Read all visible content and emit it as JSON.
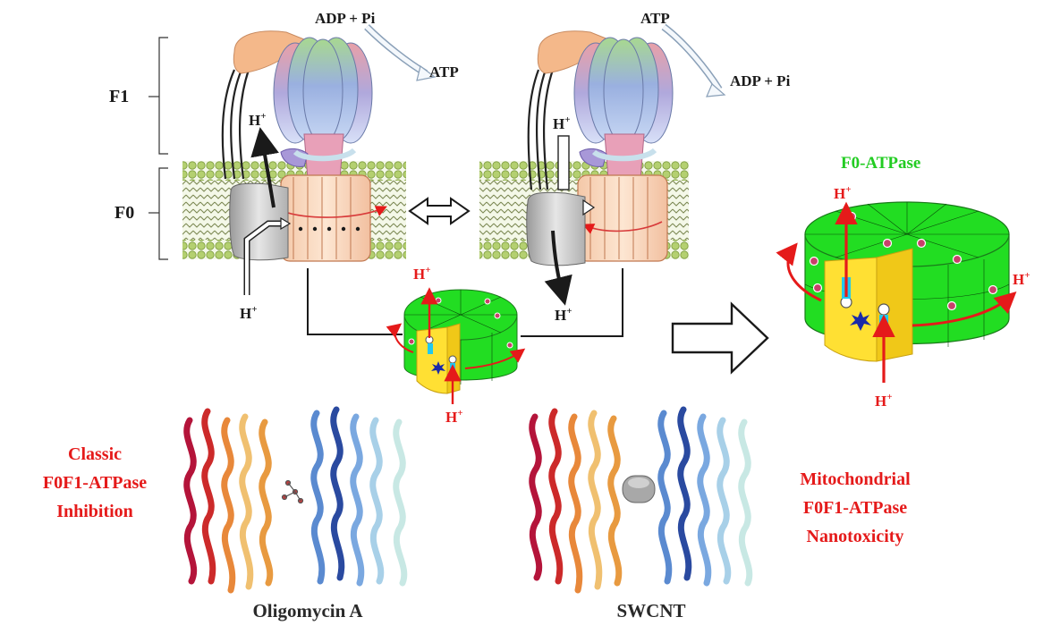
{
  "colors": {
    "proton_arrow": "#e51a1a",
    "rotor_green": "#22dd22",
    "stator_yellow": "#ffe033",
    "label_green": "#22cc22",
    "label_red": "#e51a1a",
    "membrane": "#a8c860"
  },
  "labels": {
    "f1": "F1",
    "f0": "F0",
    "synthesis_in": "ADP + Pi",
    "synthesis_out": "ATP",
    "hydrolysis_in": "ATP",
    "hydrolysis_out": "ADP + Pi",
    "proton": "H",
    "proton_sup": "+",
    "f0_atpase": "F0-ATPase",
    "left_caption": [
      "Classic",
      "F0F1-ATPase",
      "Inhibition"
    ],
    "right_caption": [
      "Mitochondrial",
      "F0F1-ATPase",
      "Nanotoxicity"
    ],
    "oligomycin": "Oligomycin A",
    "swcnt": "SWCNT"
  }
}
